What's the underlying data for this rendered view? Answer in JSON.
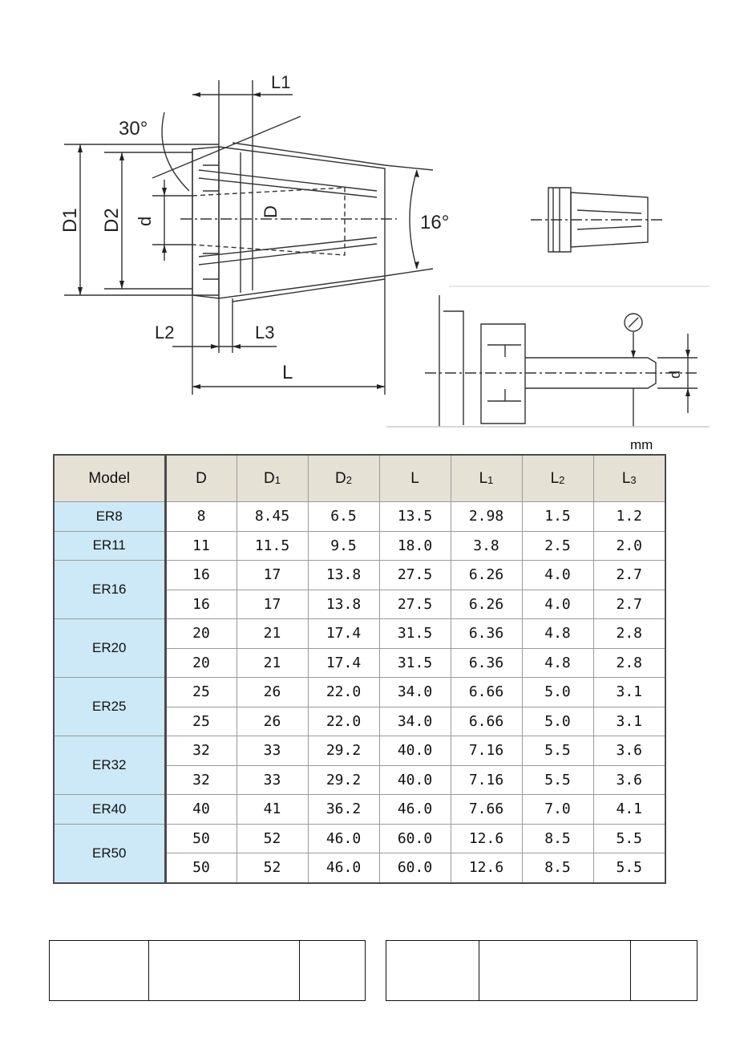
{
  "drawing": {
    "labels": {
      "L1": "L1",
      "angle30": "30°",
      "D1": "D1",
      "D2": "D2",
      "d": "d",
      "D": "D",
      "angle16": "16°",
      "L2": "L2",
      "L3": "L3",
      "L": "L",
      "d_small": "d"
    },
    "icons": [
      "dial-gauge-icon"
    ]
  },
  "unit": "mm",
  "table": {
    "headers": [
      {
        "main": "Model",
        "sub": ""
      },
      {
        "main": "D",
        "sub": ""
      },
      {
        "main": "D",
        "sub": "1"
      },
      {
        "main": "D",
        "sub": "2"
      },
      {
        "main": "L",
        "sub": ""
      },
      {
        "main": "L",
        "sub": "1"
      },
      {
        "main": "L",
        "sub": "2"
      },
      {
        "main": "L",
        "sub": "3"
      }
    ],
    "groups": [
      {
        "model": "ER8",
        "rows": [
          [
            "8",
            "8.45",
            "6.5",
            "13.5",
            "2.98",
            "1.5",
            "1.2"
          ]
        ]
      },
      {
        "model": "ER11",
        "rows": [
          [
            "11",
            "11.5",
            "9.5",
            "18.0",
            "3.8",
            "2.5",
            "2.0"
          ]
        ]
      },
      {
        "model": "ER16",
        "rows": [
          [
            "16",
            "17",
            "13.8",
            "27.5",
            "6.26",
            "4.0",
            "2.7"
          ],
          [
            "16",
            "17",
            "13.8",
            "27.5",
            "6.26",
            "4.0",
            "2.7"
          ]
        ]
      },
      {
        "model": "ER20",
        "rows": [
          [
            "20",
            "21",
            "17.4",
            "31.5",
            "6.36",
            "4.8",
            "2.8"
          ],
          [
            "20",
            "21",
            "17.4",
            "31.5",
            "6.36",
            "4.8",
            "2.8"
          ]
        ]
      },
      {
        "model": "ER25",
        "rows": [
          [
            "25",
            "26",
            "22.0",
            "34.0",
            "6.66",
            "5.0",
            "3.1"
          ],
          [
            "25",
            "26",
            "22.0",
            "34.0",
            "6.66",
            "5.0",
            "3.1"
          ]
        ]
      },
      {
        "model": "ER32",
        "rows": [
          [
            "32",
            "33",
            "29.2",
            "40.0",
            "7.16",
            "5.5",
            "3.6"
          ],
          [
            "32",
            "33",
            "29.2",
            "40.0",
            "7.16",
            "5.5",
            "3.6"
          ]
        ]
      },
      {
        "model": "ER40",
        "rows": [
          [
            "40",
            "41",
            "36.2",
            "46.0",
            "7.66",
            "7.0",
            "4.1"
          ]
        ]
      },
      {
        "model": "ER50",
        "rows": [
          [
            "50",
            "52",
            "46.0",
            "60.0",
            "12.6",
            "8.5",
            "5.5"
          ],
          [
            "50",
            "52",
            "46.0",
            "60.0",
            "12.6",
            "8.5",
            "5.5"
          ]
        ]
      }
    ]
  }
}
